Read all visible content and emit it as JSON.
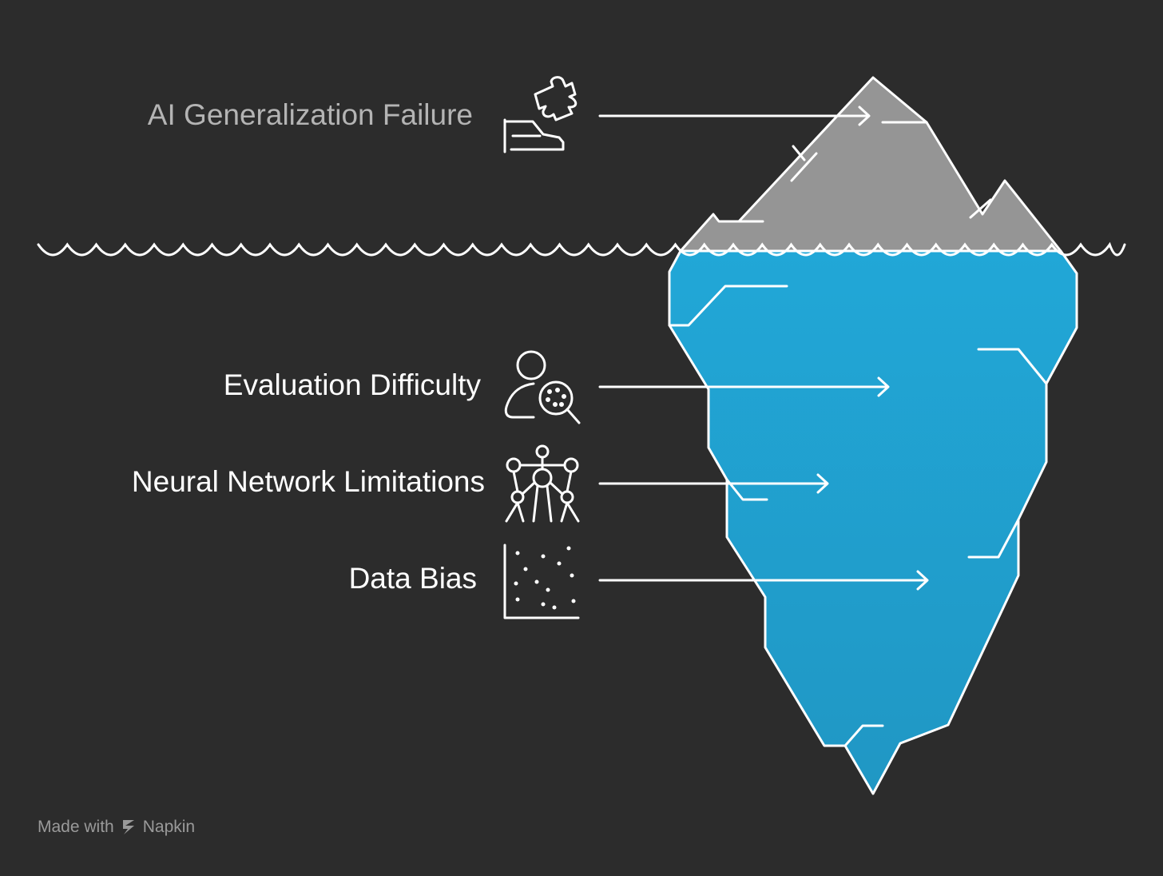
{
  "diagram": {
    "items": [
      {
        "label": "AI Generalization Failure",
        "icon": "puzzle-hand-icon",
        "above_water": true
      },
      {
        "label": "Evaluation Difficulty",
        "icon": "person-magnifier-icon",
        "above_water": false
      },
      {
        "label": "Neural Network Limitations",
        "icon": "network-structure-icon",
        "above_water": false
      },
      {
        "label": "Data Bias",
        "icon": "scatter-plot-icon",
        "above_water": false
      }
    ]
  },
  "colors": {
    "background": "#2c2c2c",
    "iceberg_tip": "#959595",
    "iceberg_body": "#21a7d7",
    "line": "#ffffff",
    "tip_label": "#b4b4b4",
    "footer": "#9a9a9a"
  },
  "footer": {
    "prefix": "Made with",
    "brand": "Napkin",
    "logo_icon": "napkin-logo-icon"
  }
}
